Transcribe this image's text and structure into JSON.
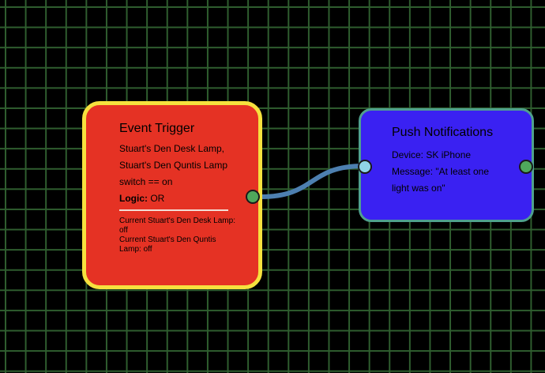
{
  "colors": {
    "canvas_background": "#000000",
    "grid_line": "#2f5e2f",
    "trigger_fill": "#e53224",
    "trigger_border": "#f6e13e",
    "push_fill": "#3a21f2",
    "push_border": "#4fa08e",
    "connection_wire": "#4d7fb0",
    "output_port": "#4fa85c",
    "input_port": "#8fd3e8"
  },
  "trigger_node": {
    "title": "Event Trigger",
    "description": "Stuart's Den Desk Lamp, Stuart's Den Quntis Lamp switch == on",
    "logic_label": "Logic:",
    "logic_value": "OR",
    "states": [
      "Current Stuart's Den Desk Lamp: off",
      "Current Stuart's Den Quntis Lamp: off"
    ]
  },
  "push_node": {
    "title": "Push Notifications",
    "device_line": "Device: SK iPhone",
    "message_line": "Message: \"At least one light was on\""
  }
}
